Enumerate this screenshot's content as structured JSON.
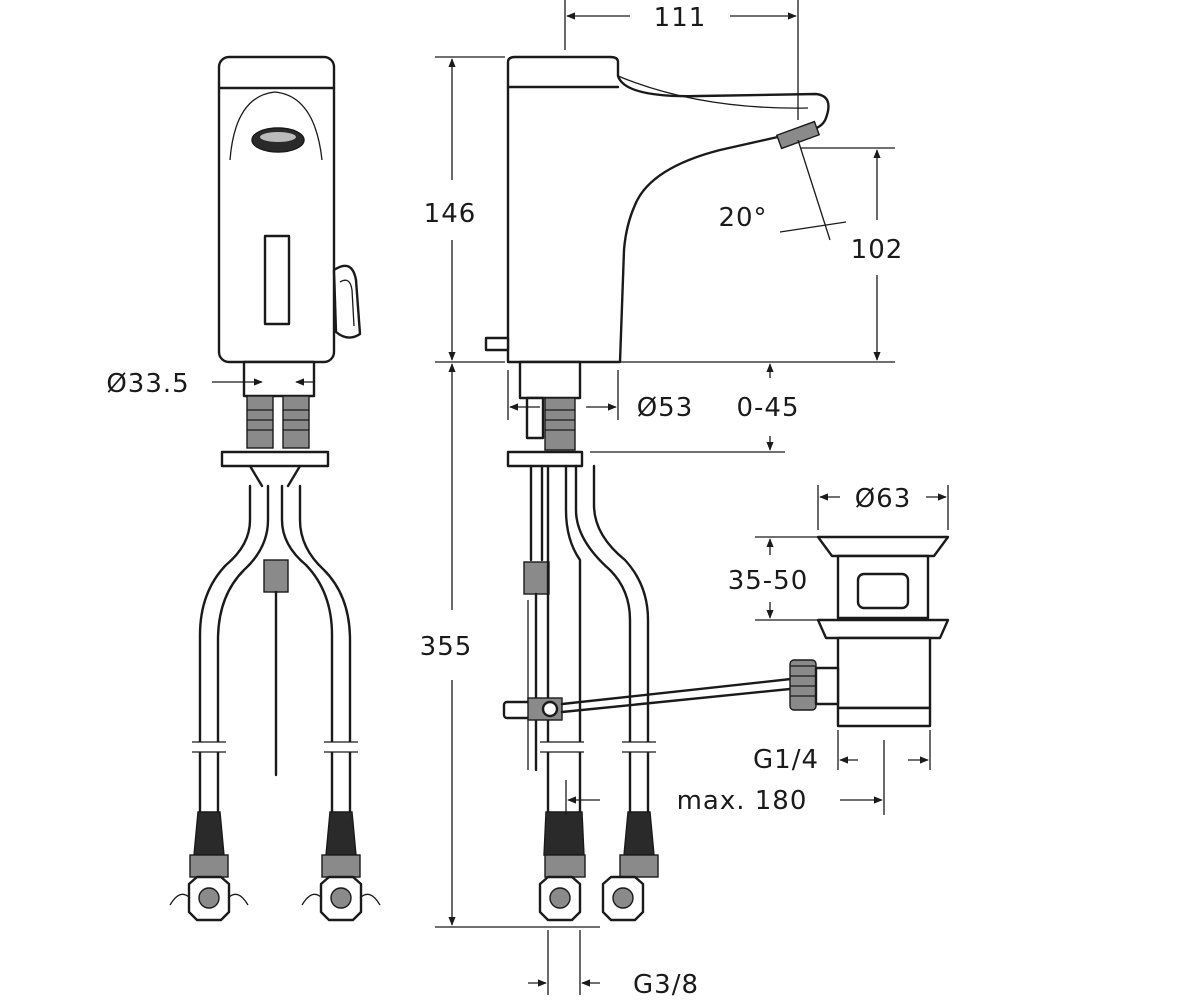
{
  "labels": {
    "width_111": "111",
    "height_146": "146",
    "spout_angle": "20°",
    "spout_height": "102",
    "dia_33_5": "Ø33.5",
    "dia_53": "Ø53",
    "deck_range": "0-45",
    "waste_dia": "Ø63",
    "waste_height": "35-50",
    "hose_length": "355",
    "thread_g1_4": "G1/4",
    "max_180": "max. 180",
    "thread_g3_8": "G3/8"
  }
}
